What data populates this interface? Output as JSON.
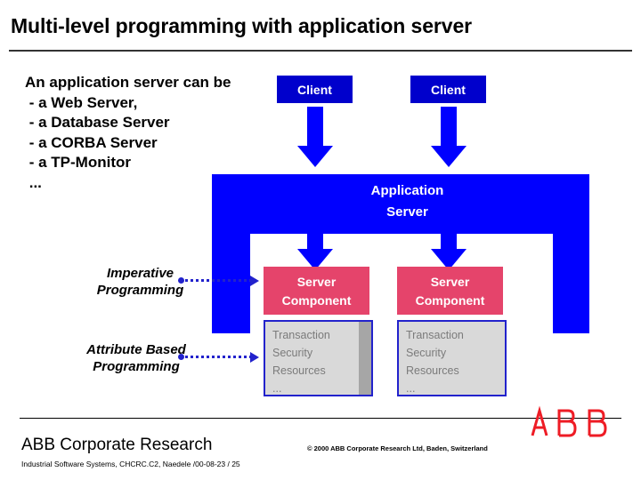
{
  "slide": {
    "title": "Multi-level programming with application server",
    "bullets": "An application server can be\n - a Web Server,\n - a Database Server\n - a CORBA Server\n - a TP-Monitor\n ...",
    "ellipsis": "..."
  },
  "diagram": {
    "clients": [
      {
        "label": "Client"
      },
      {
        "label": "Client"
      }
    ],
    "app_server_label": "Application\nServer",
    "server_components": [
      {
        "label": "Server\nComponent"
      },
      {
        "label": "Server\nComponent"
      }
    ],
    "transaction_boxes": [
      {
        "lines": "Transaction\nSecurity\nResources\n..."
      },
      {
        "lines": "Transaction\nSecurity\nResources\n..."
      }
    ],
    "side_labels": [
      {
        "label": "Imperative\nProgramming"
      },
      {
        "label": "Attribute Based\nProgramming"
      }
    ]
  },
  "footer": {
    "org": "ABB Corporate Research",
    "sub": "Industrial Software Systems, CHCRC.C2, Naedele /00-08-23 / 25",
    "copyright": "© 2000 ABB Corporate Research Ltd, Baden, Switzerland"
  },
  "colors": {
    "client_box": "#0000cc",
    "frame_blue": "#0000ff",
    "server_component": "#e5446b",
    "transaction_fill": "#d9d9d9",
    "transaction_border": "#2222cc",
    "logo_red": "#ee1c25"
  }
}
